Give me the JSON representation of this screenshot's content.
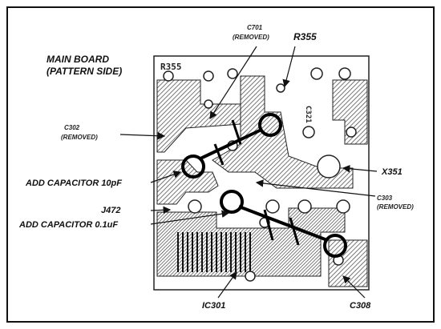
{
  "board": {
    "title_line1": "MAIN BOARD",
    "title_line2": "(PATTERN SIDE)"
  },
  "labels": {
    "c701_name": "C701",
    "c701_note": "(REMOVED)",
    "r355": "R355",
    "c302_name": "C302",
    "c302_note": "(REMOVED)",
    "add_cap_10pf": "ADD CAPACITOR 10pF",
    "x351": "X351",
    "c303_name": "C303",
    "c303_note": "(REMOVED)",
    "j472": "J472",
    "add_cap_01uf": "ADD CAPACITOR 0.1uF",
    "ic301": "IC301",
    "c308": "C308"
  },
  "silkscreen": {
    "r355_print": "R355",
    "side_print": "C321"
  },
  "colors": {
    "ink": "#111111",
    "hatch": "#555555",
    "board": "#ffffff"
  }
}
